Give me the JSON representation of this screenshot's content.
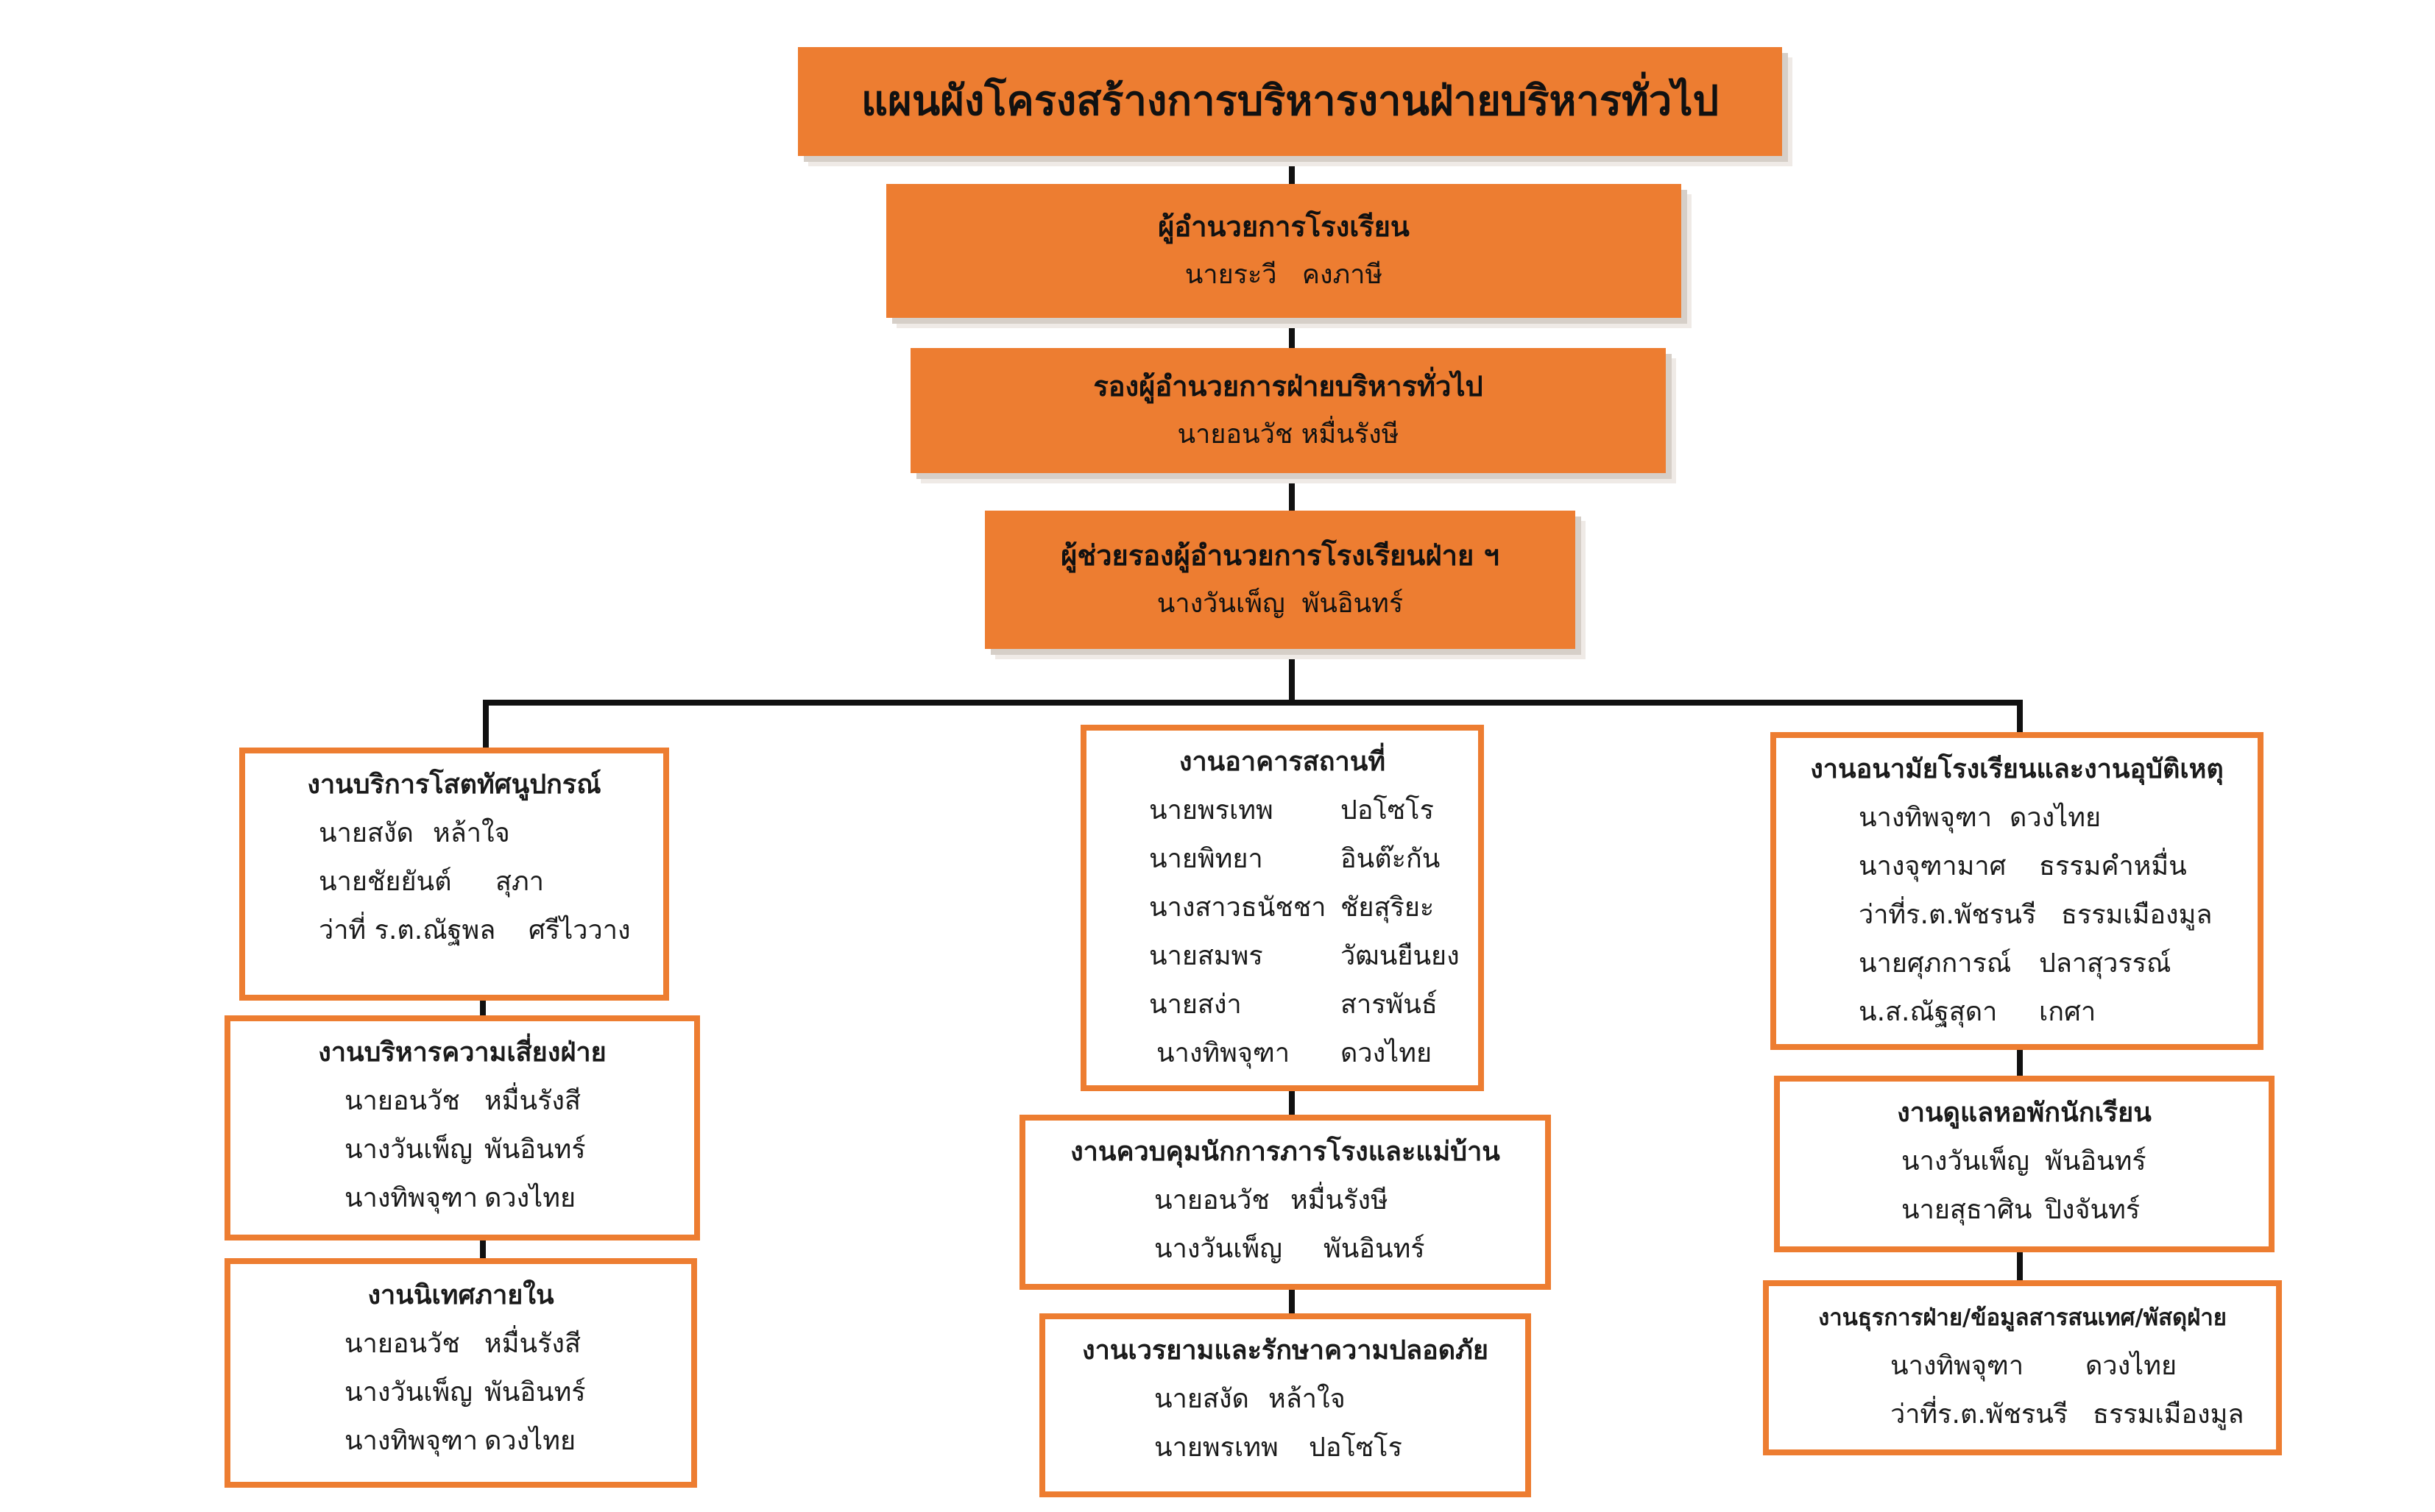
{
  "title": "แผนผังโครงสร้างการบริหารงานฝ่ายบริหารทั่วไป",
  "colors": {
    "accent": "#ED7D31",
    "line": "#111111"
  },
  "director": {
    "role": "ผู้อำนวยการโรงเรียน",
    "name": "นายระวี   คงภาษี"
  },
  "deputy": {
    "role": "รองผู้อำนวยการฝ่ายบริหารทั่วไป",
    "name": "นายอนวัช หมื่นรังษี"
  },
  "assistant": {
    "role": "ผู้ช่วยรองผู้อำนวยการโรงเรียนฝ่าย ฯ",
    "name": "นางวันเพ็ญ  พันอินทร์"
  },
  "units": [
    {
      "title": "งานบริการโสตทัศนูปกรณ์",
      "members": [
        [
          "นายสงัด",
          "หล้าใจ"
        ],
        [
          "นายชัยยันต์",
          "สุภา"
        ],
        [
          "ว่าที่ ร.ต.ณัฐพล",
          "ศรีไววาง"
        ]
      ]
    },
    {
      "title": "งานบริหารความเสี่ยงฝ่าย",
      "members": [
        [
          "นายอนวัช",
          "หมื่นรังสี"
        ],
        [
          "นางวันเพ็ญ",
          "พันอินทร์"
        ],
        [
          "นางทิพจุฑา",
          "ดวงไทย"
        ]
      ]
    },
    {
      "title": "งานนิเทศภายใน",
      "members": [
        [
          "นายอนวัช",
          "หมื่นรังสี"
        ],
        [
          "นางวันเพ็ญ",
          "พันอินทร์"
        ],
        [
          "นางทิพจุฑา",
          "ดวงไทย"
        ]
      ]
    },
    {
      "title": "งานอาคารสถานที่",
      "members": [
        [
          "นายพรเทพ",
          "ปอโซโร"
        ],
        [
          "นายพิทยา",
          "อินต๊ะกัน"
        ],
        [
          "นางสาวธนัชชา",
          "ชัยสุริยะ"
        ],
        [
          "นายสมพร",
          "วัฒนยืนยง"
        ],
        [
          "นายสง่า",
          "สารพันธ์"
        ],
        [
          "นางทิพจุฑา",
          "ดวงไทย"
        ]
      ]
    },
    {
      "title": "งานควบคุมนักการภารโรงและแม่บ้าน",
      "members": [
        [
          "นายอนวัช",
          "หมื่นรังษี"
        ],
        [
          "นางวันเพ็ญ",
          "พันอินทร์"
        ]
      ]
    },
    {
      "title": "งานเวรยามและรักษาความปลอดภัย",
      "members": [
        [
          "นายสงัด",
          "หล้าใจ"
        ],
        [
          "นายพรเทพ",
          "ปอโซโร"
        ]
      ]
    },
    {
      "title": "งานอนามัยโรงเรียนและงานอุบัติเหตุ",
      "members": [
        [
          "นางทิพจุฑา",
          "ดวงไทย"
        ],
        [
          "นางจุฑามาศ",
          "ธรรมคำหมื่น"
        ],
        [
          "ว่าที่ร.ต.พัชรนรี",
          "ธรรมเมืองมูล"
        ],
        [
          "นายศุภการณ์",
          "ปลาสุวรรณ์"
        ],
        [
          "น.ส.ณัฐสุดา",
          "เกศา"
        ]
      ]
    },
    {
      "title": "งานดูแลหอพักนักเรียน",
      "members": [
        [
          "นางวันเพ็ญ",
          "พันอินทร์"
        ],
        [
          "นายสุธาศิน",
          "ปิงจันทร์"
        ]
      ]
    },
    {
      "title": "งานธุรการฝ่าย/ข้อมูลสารสนเทศ/พัสดุฝ่าย",
      "members": [
        [
          "นางทิพจุฑา",
          "ดวงไทย"
        ],
        [
          "ว่าที่ร.ต.พัชรนรี",
          "ธรรมเมืองมูล"
        ]
      ]
    }
  ]
}
